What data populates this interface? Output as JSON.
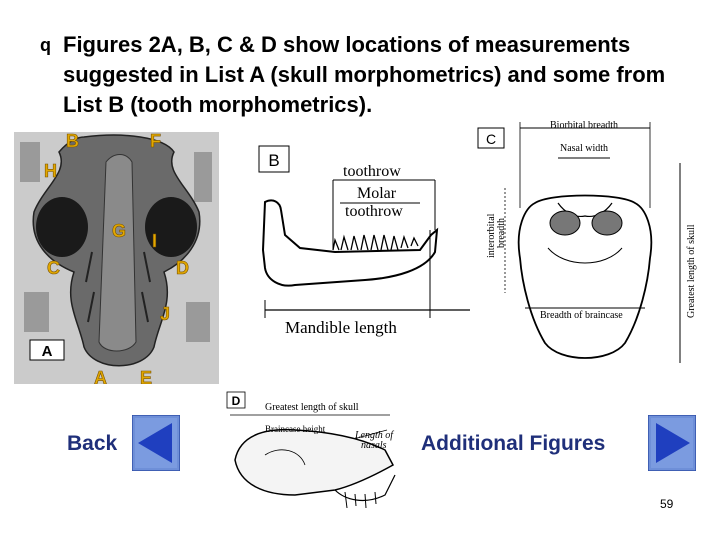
{
  "title": {
    "bullet": "q",
    "text": "Figures 2A, B, C & D show locations of measurements suggested in List A (skull morphometrics) and some from List B (tooth morphometrics)."
  },
  "figure_a": {
    "panel_label": "A",
    "markers": [
      "B",
      "F",
      "H",
      "G",
      "I",
      "C",
      "D",
      "J",
      "A",
      "E"
    ]
  },
  "figure_b": {
    "panel_label": "B",
    "labels": {
      "toothrow": "toothrow",
      "molar_1": "Molar",
      "molar_2": "toothrow",
      "mandible": "Mandible length"
    }
  },
  "figure_c": {
    "panel_label": "C",
    "labels": {
      "biorbital": "Biorbital breadth",
      "nasal": "Nasal width",
      "interorbital_1": "interorbital",
      "interorbital_2": "breadth",
      "greatest": "Greatest length of skull",
      "braincase": "Breadth of braincase"
    }
  },
  "figure_d": {
    "panel_label": "D",
    "labels": {
      "greatest": "Greatest length of skull",
      "braincase_height": "Braincase height",
      "nasals_1": "Length of",
      "nasals_2": "nasals"
    }
  },
  "nav": {
    "back_label": "Back",
    "additional_label": "Additional Figures",
    "arrow_color": "#1f3fbf",
    "button_color": "#6e8fd8"
  },
  "page_number": "59"
}
